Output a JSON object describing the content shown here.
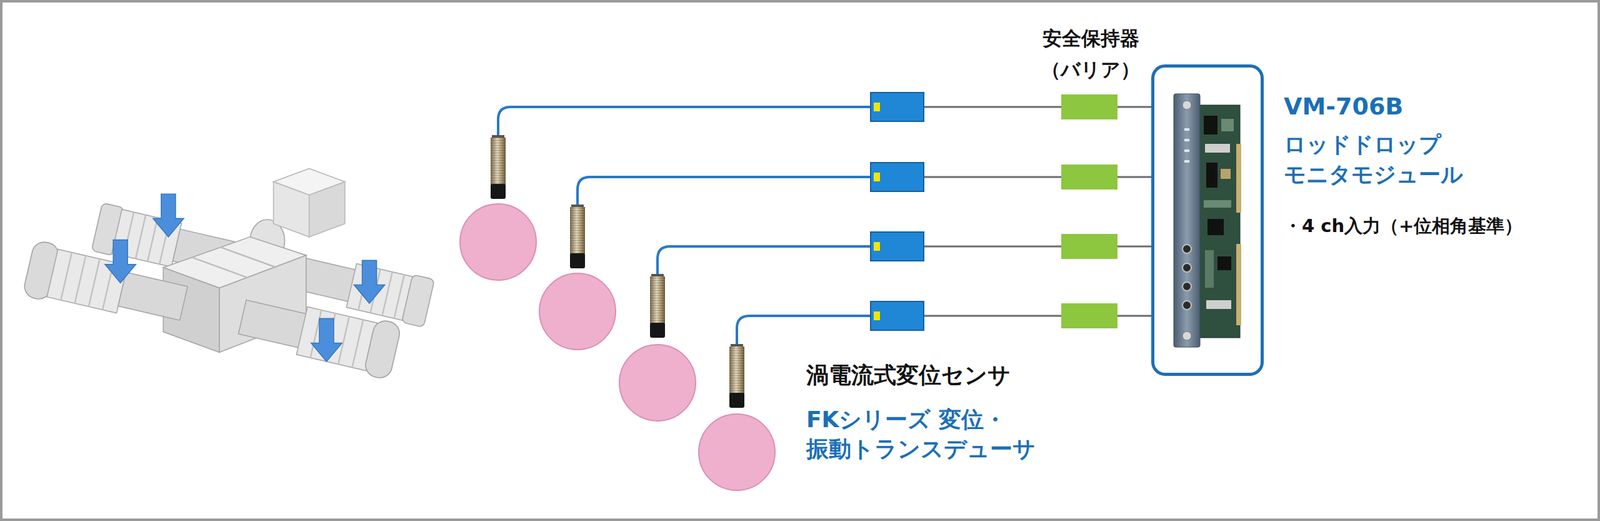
{
  "diagram": {
    "nodes": [
      {
        "text": [
          "VM-706B",
          "ロッドドロップ モニタモジュール",
          "・4 ch入力（+位相角基準）"
        ]
      }
    ],
    "labels": [
      "安全保持器（バリア）",
      "渦電流式変位センサ",
      "FKシリーズ 変位・振動トランスデューサ"
    ]
  }
}
